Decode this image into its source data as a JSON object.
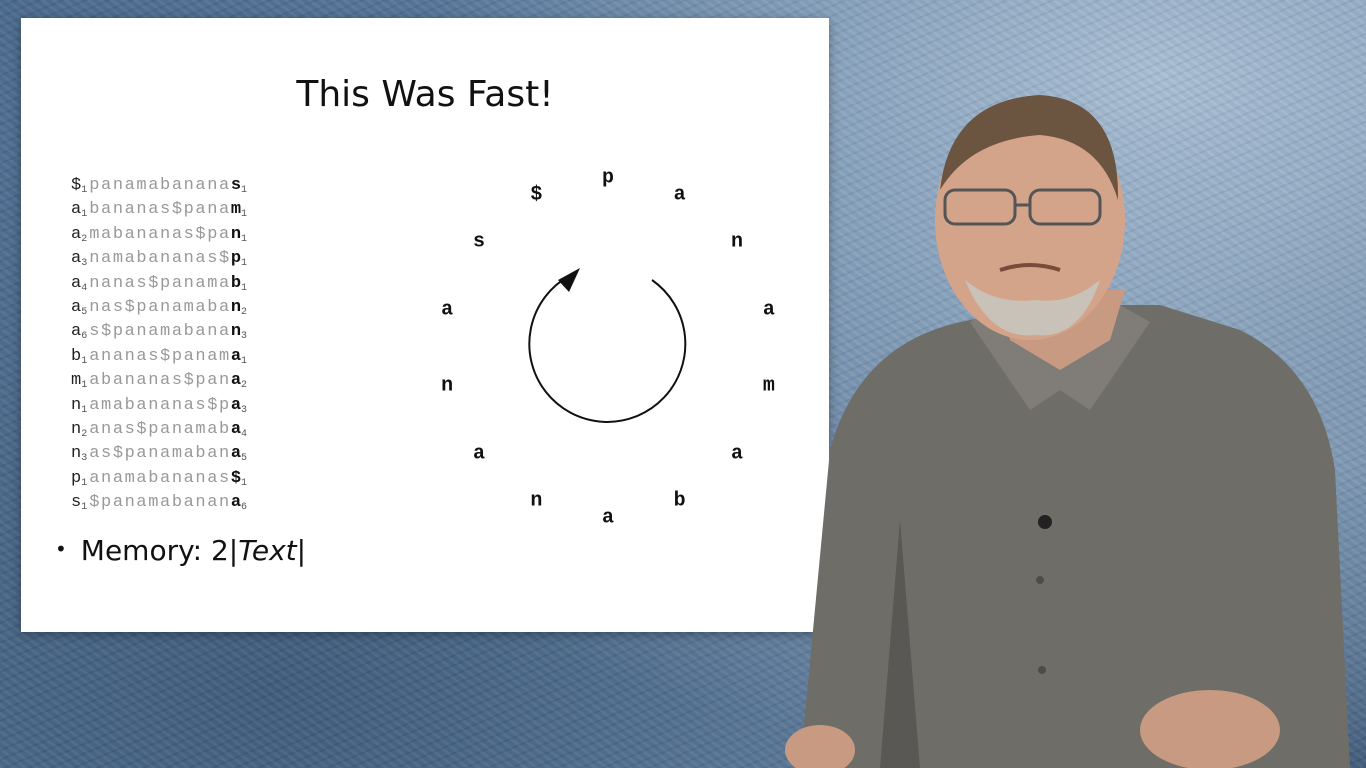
{
  "slide": {
    "title": "This Was Fast!",
    "bwt_rows": [
      {
        "first": "$",
        "first_sub": "1",
        "middle": "panamabanana",
        "last": "s",
        "last_sub": "1"
      },
      {
        "first": "a",
        "first_sub": "1",
        "middle": "bananas$pana",
        "last": "m",
        "last_sub": "1"
      },
      {
        "first": "a",
        "first_sub": "2",
        "middle": "mabananas$pa",
        "last": "n",
        "last_sub": "1"
      },
      {
        "first": "a",
        "first_sub": "3",
        "middle": "namabananas$",
        "last": "p",
        "last_sub": "1"
      },
      {
        "first": "a",
        "first_sub": "4",
        "middle": "nanas$panama",
        "last": "b",
        "last_sub": "1"
      },
      {
        "first": "a",
        "first_sub": "5",
        "middle": "nas$panamaba",
        "last": "n",
        "last_sub": "2"
      },
      {
        "first": "a",
        "first_sub": "6",
        "middle": "s$panamabana",
        "last": "n",
        "last_sub": "3"
      },
      {
        "first": "b",
        "first_sub": "1",
        "middle": "ananas$panam",
        "last": "a",
        "last_sub": "1"
      },
      {
        "first": "m",
        "first_sub": "1",
        "middle": "abananas$pan",
        "last": "a",
        "last_sub": "2"
      },
      {
        "first": "n",
        "first_sub": "1",
        "middle": "amabananas$p",
        "last": "a",
        "last_sub": "3"
      },
      {
        "first": "n",
        "first_sub": "2",
        "middle": "anas$panamab",
        "last": "a",
        "last_sub": "4"
      },
      {
        "first": "n",
        "first_sub": "3",
        "middle": "as$panamaban",
        "last": "a",
        "last_sub": "5"
      },
      {
        "first": "p",
        "first_sub": "1",
        "middle": "anamabananas",
        "last": "$",
        "last_sub": "1"
      },
      {
        "first": "s",
        "first_sub": "1",
        "middle": "$panamabanan",
        "last": "a",
        "last_sub": "6"
      }
    ],
    "circle_letters": [
      "p",
      "a",
      "n",
      "a",
      "m",
      "a",
      "b",
      "a",
      "n",
      "a",
      "n",
      "a",
      "s",
      "$"
    ],
    "bullet": {
      "label": "Memory: 2|",
      "italic": "Text",
      "suffix": "|"
    }
  }
}
